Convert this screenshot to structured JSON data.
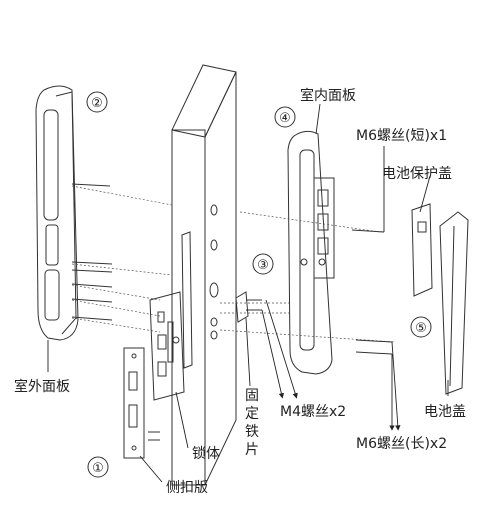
{
  "parts": [
    {
      "num": "①",
      "name": "侧扣版"
    },
    {
      "num": "②",
      "name": "室外面板"
    },
    {
      "num": "③",
      "name": "固定铁片"
    },
    {
      "num": "④",
      "name": "室内面板"
    },
    {
      "num": "⑤",
      "name": "电池盖"
    }
  ],
  "labels": {
    "lock_body": "锁体",
    "m6_short": "M6螺丝(短)x1",
    "battery_protect_cover": "电池保护盖",
    "m4_screw": "M4螺丝x2",
    "m6_long": "M6螺丝(长)x2",
    "fixing_plate_chars": [
      "固",
      "定",
      "铁",
      "片"
    ]
  }
}
